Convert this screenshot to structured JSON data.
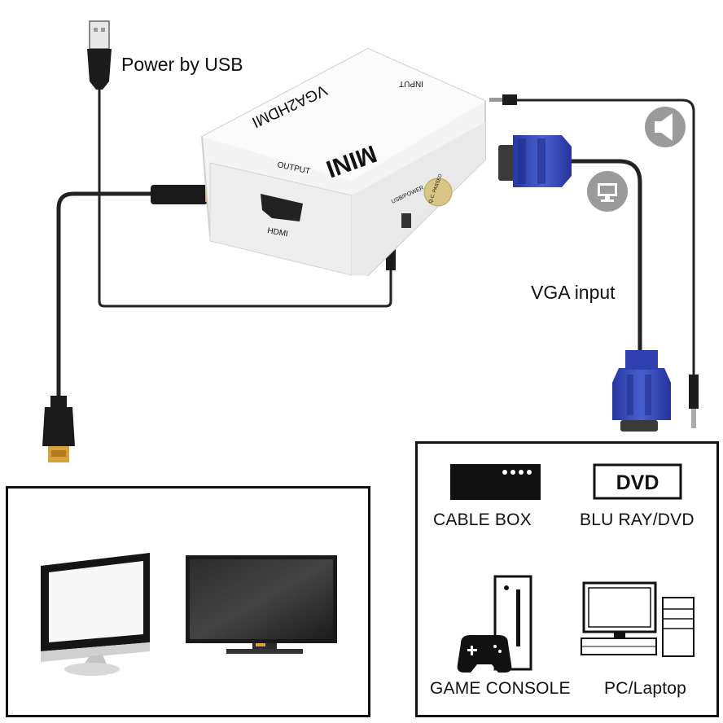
{
  "labels": {
    "power": "Power by USB",
    "vga_input": "VGA input"
  },
  "device": {
    "brand": "MINI",
    "model": "VGA2HDMI",
    "output_port": "OUTPUT",
    "hdmi_port": "HDMI",
    "input_port": "INPUT",
    "usb_power_port": "USB/POWER",
    "qc_sticker": "Q.C. PASSED"
  },
  "sources": {
    "cable_box": "CABLE BOX",
    "blu_ray": "BLU RAY/DVD",
    "dvd_logo": "DVD",
    "game_console": "GAME CONSOLE",
    "pc": "PC/Laptop"
  },
  "icons": [
    "usb-plug-icon",
    "hdmi-plug-icon",
    "vga-connector-icon",
    "audio-jack-icon",
    "speaker-icon",
    "monitor-icon",
    "pc-monitor-icon",
    "tv-icon",
    "cable-box-icon",
    "dvd-icon",
    "game-console-icon",
    "pc-tower-icon"
  ],
  "colors": {
    "vga_blue": "#2e3fb0",
    "cable": "#222222",
    "hdmi_gold": "#d9a23a",
    "panel_border": "#111111"
  }
}
